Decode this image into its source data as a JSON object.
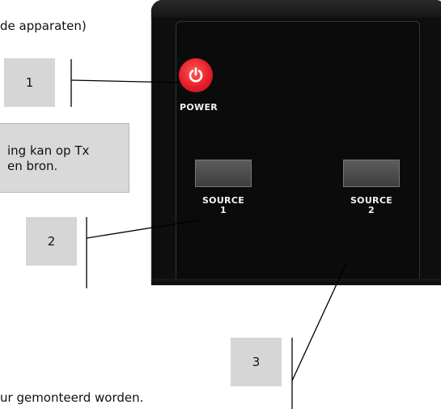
{
  "document": {
    "top_text": "de apparaten)",
    "bottom_text": "ur gemonteerd worden.",
    "note_line1": "ing kan op Tx",
    "note_line2": "en bron."
  },
  "callouts": [
    {
      "number": "1"
    },
    {
      "number": "2"
    },
    {
      "number": "3"
    }
  ],
  "device": {
    "power_label": "POWER",
    "source1_label": "SOURCE",
    "source1_number": "1",
    "source2_label": "SOURCE",
    "source2_number": "2",
    "power_color": "#e61e2a",
    "body_color": "#0e0e0e"
  }
}
